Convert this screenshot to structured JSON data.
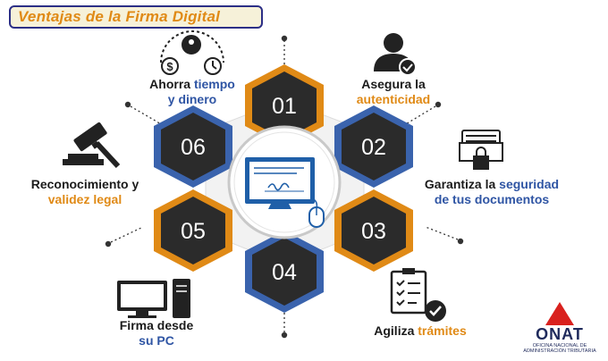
{
  "title": "Ventajas de la Firma Digital",
  "hex_numbers": [
    "01",
    "02",
    "03",
    "04",
    "05",
    "06"
  ],
  "benefits": [
    {
      "number": "01",
      "line1_plain": "Ahorra ",
      "line1_highlight": "tiempo",
      "line2": "y dinero",
      "icon": "time-money-icon"
    },
    {
      "number": "02",
      "line1": "Asegura la",
      "line2_highlight": "autenticidad",
      "icon": "user-check-icon"
    },
    {
      "number": "03",
      "line1_plain": "Garantiza la ",
      "line1_highlight": "seguridad",
      "line2": "de tus documentos",
      "icon": "locked-folder-icon"
    },
    {
      "number": "04",
      "line1_plain": "Agiliza ",
      "line1_highlight": "trámites",
      "icon": "checklist-icon"
    },
    {
      "number": "05",
      "line1": "Firma desde",
      "line2": "su PC",
      "icon": "desktop-computer-icon"
    },
    {
      "number": "06",
      "line1": "Reconocimiento y",
      "line2": "validez legal",
      "icon": "gavel-icon"
    }
  ],
  "colors": {
    "orange": "#e08a16",
    "blue": "#2f55a4",
    "hex_dark": "#2b2b2b",
    "title_border": "#2c2f86"
  },
  "logo": {
    "name": "ONAT",
    "subtitle_line1": "OFICINA NACIONAL DE",
    "subtitle_line2": "ADMINISTRACIÓN TRIBUTARIA"
  }
}
